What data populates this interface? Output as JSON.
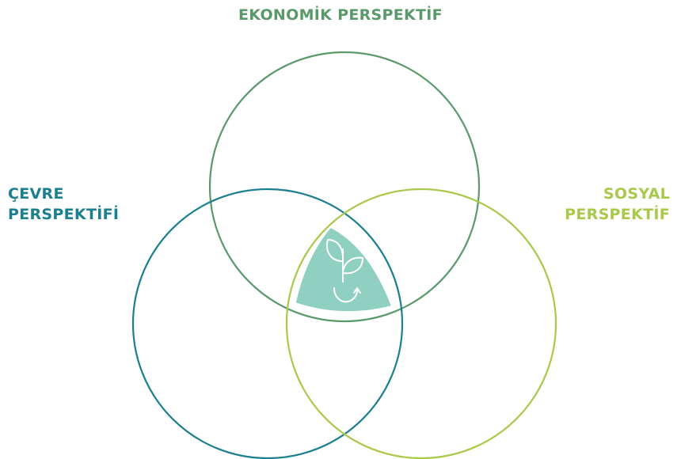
{
  "labels": {
    "economic": {
      "text": "EKONOMİK PERSPEKTİF"
    },
    "environment": {
      "line1": "ÇEVRE",
      "line2": "PERSPEKTİFİ"
    },
    "social": {
      "line1": "SOSYAL",
      "line2": "PERSPEKTİF"
    }
  },
  "colors": {
    "economic": "#5a9a6a",
    "environment": "#1b7f8f",
    "social": "#a9c94a",
    "center_fill": "#8fd0c0",
    "icon_stroke": "#ffffff"
  },
  "icons": {
    "center": "sprout-cycle-icon"
  }
}
